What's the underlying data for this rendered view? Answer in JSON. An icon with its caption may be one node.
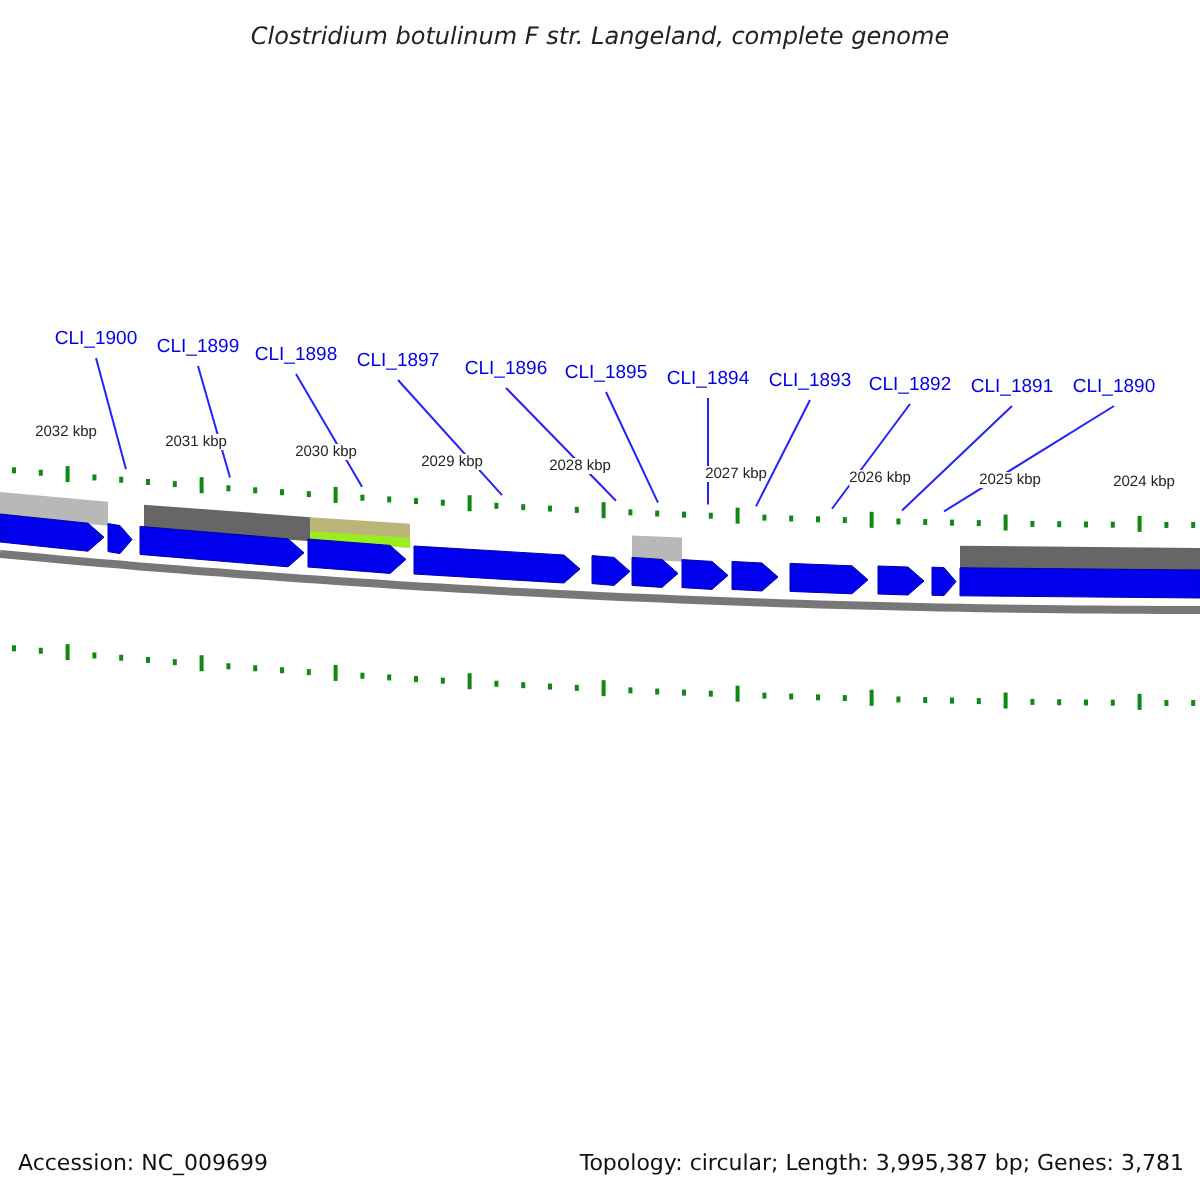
{
  "diagram": {
    "title": "Clostridium botulinum F str. Langeland, complete genome",
    "nodes": [
      {
        "text": [
          "CLI_1900"
        ]
      },
      {
        "text": [
          "CLI_1899"
        ]
      },
      {
        "text": [
          "CLI_1898"
        ]
      },
      {
        "text": [
          "CLI_1897"
        ]
      },
      {
        "text": [
          "CLI_1896"
        ]
      },
      {
        "text": [
          "CLI_1895"
        ]
      },
      {
        "text": [
          "CLI_1894"
        ]
      },
      {
        "text": [
          "CLI_1893"
        ]
      },
      {
        "text": [
          "CLI_1892"
        ]
      },
      {
        "text": [
          "CLI_1891"
        ]
      },
      {
        "text": [
          "CLI_1890"
        ]
      },
      {
        "text": [],
        "shape": "picture"
      }
    ],
    "edges": [
      {
        "from": 0,
        "to": 11,
        "arrow": "none"
      },
      {
        "from": 1,
        "to": 11,
        "arrow": "none"
      },
      {
        "from": 2,
        "to": 11,
        "arrow": "none"
      },
      {
        "from": 3,
        "to": 11,
        "arrow": "none"
      },
      {
        "from": 4,
        "to": 11,
        "arrow": "none"
      },
      {
        "from": 5,
        "to": 11,
        "arrow": "none"
      },
      {
        "from": 6,
        "to": 11,
        "arrow": "none"
      },
      {
        "from": 7,
        "to": 11,
        "arrow": "none"
      },
      {
        "from": 8,
        "to": 11,
        "arrow": "none"
      },
      {
        "from": 9,
        "to": 11,
        "arrow": "none"
      },
      {
        "from": 10,
        "to": 11,
        "arrow": "none"
      }
    ],
    "labels": [
      "2032 kbp",
      "2031 kbp",
      "2030 kbp",
      "2029 kbp",
      "2028 kbp",
      "2027 kbp",
      "2026 kbp",
      "2025 kbp",
      "2024 kbp",
      "Accession: NC_009699",
      "Topology: circular; Length: 3,995,387 bp; Genes: 3,781"
    ]
  }
}
